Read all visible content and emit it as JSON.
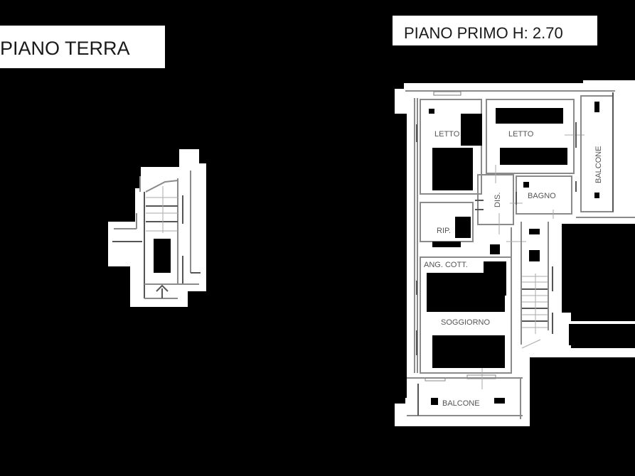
{
  "floors": [
    {
      "id": "ground",
      "title": "PIANO TERRA",
      "rooms": []
    },
    {
      "id": "first",
      "title": "PIANO PRIMO H: 2.70",
      "rooms": [
        {
          "name": "letto_1",
          "label": "LETTO"
        },
        {
          "name": "letto_2",
          "label": "LETTO"
        },
        {
          "name": "balcone_east",
          "label": "BALCONE"
        },
        {
          "name": "disimpegno",
          "label": "DIS."
        },
        {
          "name": "bagno",
          "label": "BAGNO"
        },
        {
          "name": "ripostiglio",
          "label": "RIP."
        },
        {
          "name": "angolo_cottura",
          "label": "ANG. COTT."
        },
        {
          "name": "soggiorno",
          "label": "SOGGIORNO"
        },
        {
          "name": "balcone_south",
          "label": "BALCONE"
        }
      ]
    }
  ],
  "colors": {
    "background": "#000000",
    "paper": "#ffffff",
    "wall": "#8a8a8a",
    "text": "#1a1a1a"
  }
}
